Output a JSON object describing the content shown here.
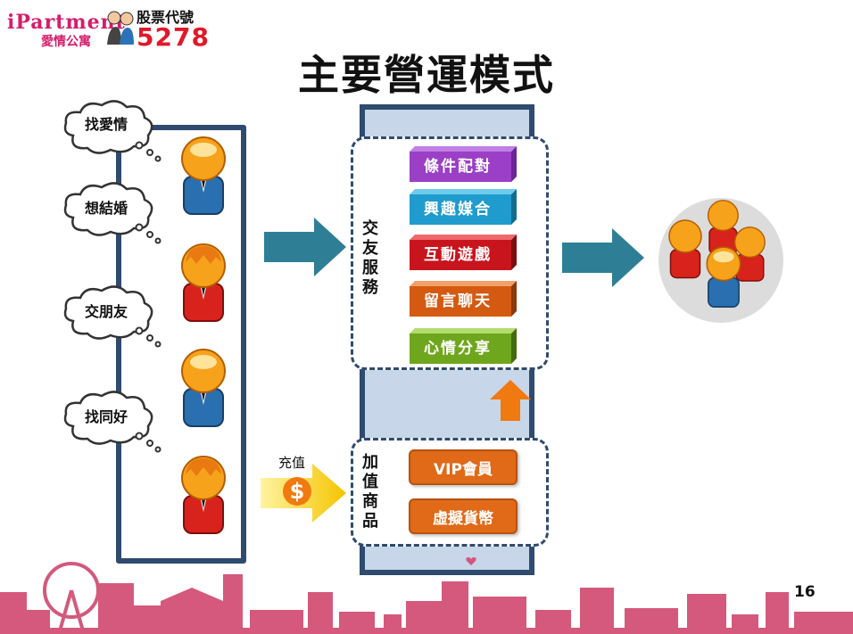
{
  "logo": {
    "brand": "iPartment",
    "sub": "愛情公寓",
    "stock_label": "股票代號",
    "stock_code": "5278"
  },
  "title": "主要營運模式",
  "user_needs": [
    "找愛情",
    "想結婚",
    "交朋友",
    "找同好"
  ],
  "social_services": {
    "label": "交友服務",
    "items": [
      {
        "label": "條件配對",
        "color": "#9b3fc7"
      },
      {
        "label": "興趣媒合",
        "color": "#1f9ccd"
      },
      {
        "label": "互動遊戲",
        "color": "#c8151d"
      },
      {
        "label": "留言聊天",
        "color": "#d45a12"
      },
      {
        "label": "心情分享",
        "color": "#6ea61e"
      }
    ]
  },
  "value_added": {
    "label": "加值商品",
    "items": [
      "VIP會員",
      "虛擬貨幣"
    ]
  },
  "recharge_label": "充值",
  "page_number": "16"
}
